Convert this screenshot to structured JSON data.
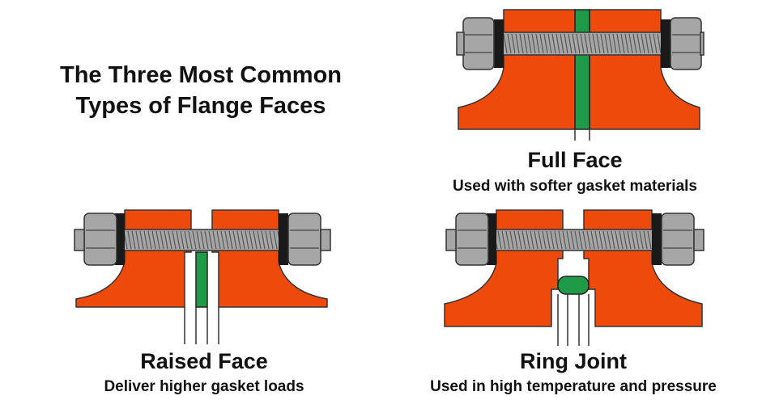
{
  "title": {
    "line1": "The Three Most Common",
    "line2": "Types of Flange Faces"
  },
  "colors": {
    "flange": "#EE4A0B",
    "gasket": "#1E9A48",
    "bolt": "#A6A6A6",
    "washer": "#1A1A1A",
    "outline": "#333333"
  },
  "diagrams": [
    {
      "name": "Full Face",
      "description": "Used with softer gasket materials"
    },
    {
      "name": "Raised Face",
      "description": "Deliver higher gasket loads"
    },
    {
      "name": "Ring Joint",
      "description": "Used in high temperature and pressure"
    }
  ]
}
